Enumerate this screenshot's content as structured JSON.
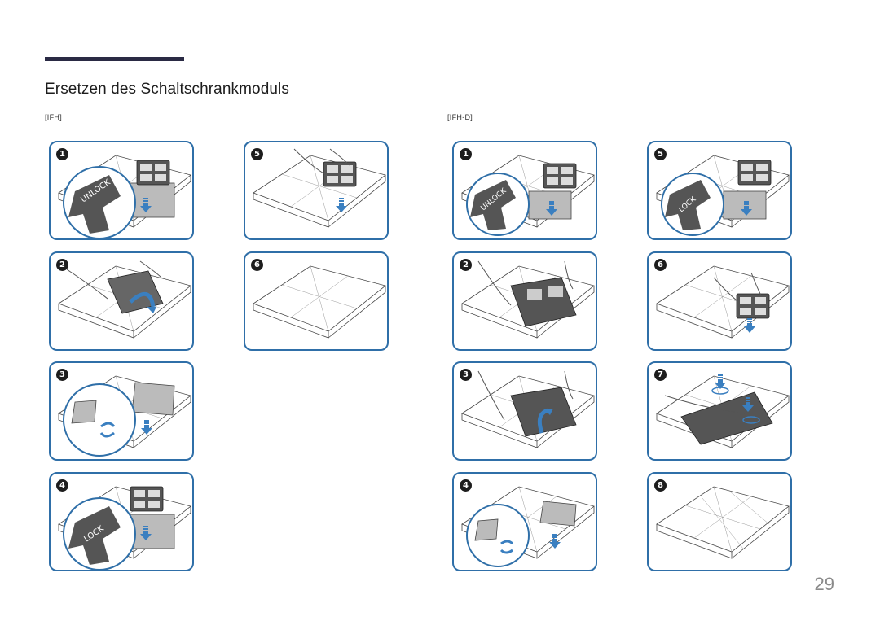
{
  "header": {
    "title": "Ersetzen des Schaltschrankmoduls"
  },
  "sections": [
    {
      "label": "[IFH]"
    },
    {
      "label": "[IFH-D]"
    }
  ],
  "steps": {
    "ifh": [
      {
        "number": "1",
        "lock_text": "UNLOCK"
      },
      {
        "number": "2"
      },
      {
        "number": "3"
      },
      {
        "number": "4",
        "lock_text": "LOCK"
      },
      {
        "number": "5"
      },
      {
        "number": "6"
      }
    ],
    "ifhd": [
      {
        "number": "1",
        "lock_text": "UNLOCK"
      },
      {
        "number": "2"
      },
      {
        "number": "3"
      },
      {
        "number": "4"
      },
      {
        "number": "5",
        "lock_text": "LOCK"
      },
      {
        "number": "6"
      },
      {
        "number": "7"
      },
      {
        "number": "8"
      }
    ]
  },
  "footer": {
    "page_number": "29"
  }
}
